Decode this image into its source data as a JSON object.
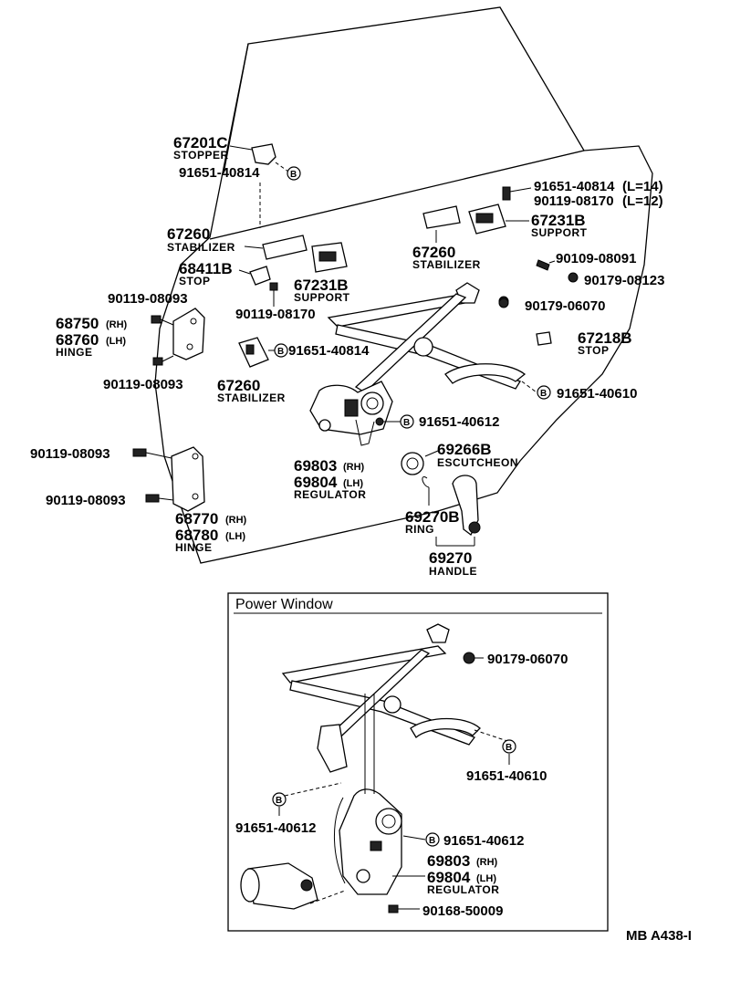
{
  "labels": {
    "l_67201C": "67201C",
    "l_stopper": "STOPPER",
    "l_91651_40814_a": "91651-40814",
    "l_67260_a": "67260",
    "l_stabilizer_a": "STABILIZER",
    "l_68411B": "68411B",
    "l_stop_a": "STOP",
    "l_67231B_a": "67231B",
    "l_support_a": "SUPPORT",
    "l_90119_08170_a": "90119-08170",
    "l_90119_08093_a": "90119-08093",
    "l_68750": "68750",
    "l_68760": "68760",
    "l_hinge_a": "HINGE",
    "l_90119_08093_b": "90119-08093",
    "l_67260_b": "67260",
    "l_stabilizer_b": "STABILIZER",
    "l_91651_40814_b": "91651-40814",
    "l_91651_40812": "91651-40612",
    "l_69803_a": "69803",
    "l_69804_a": "69804",
    "l_regulator_a": "REGULATOR",
    "l_90119_08093_c": "90119-08093",
    "l_90119_08093_d": "90119-08093",
    "l_68770": "68770",
    "l_68780": "68780",
    "l_hinge_b": "HINGE",
    "l_69266B": "69266B",
    "l_escutcheon": "ESCUTCHEON",
    "l_69270B": "69270B",
    "l_ring": "RING",
    "l_69270": "69270",
    "l_handle": "HANDLE",
    "l_91651_40814_c": "91651-40814",
    "l_L14": "(L=14)",
    "l_90119_08170_b": "90119-08170",
    "l_L12": "(L=12)",
    "l_67260_c": "67260",
    "l_stabilizer_c": "STABILIZER",
    "l_67231B_b": "67231B",
    "l_support_b": "SUPPORT",
    "l_90109_08091": "90109-08091",
    "l_90179_08123": "90179-08123",
    "l_90179_06070_a": "90179-06070",
    "l_67218B": "67218B",
    "l_stop_b": "STOP",
    "l_91651_40610_a": "91651-40610",
    "power_window_title": "Power Window",
    "l_90179_06070_b": "90179-06070",
    "l_91651_40610_b": "91651-40610",
    "l_91651_40612_b": "91651-40612",
    "l_91651_40612_c": "91651-40612",
    "l_69803_b": "69803",
    "l_69804_b": "69804",
    "l_regulator_b": "REGULATOR",
    "l_90168_50009": "90168-50009",
    "rh": "(RH)",
    "lh": "(LH)",
    "b_marker": "B",
    "ref_code": "MB  A438-I"
  }
}
